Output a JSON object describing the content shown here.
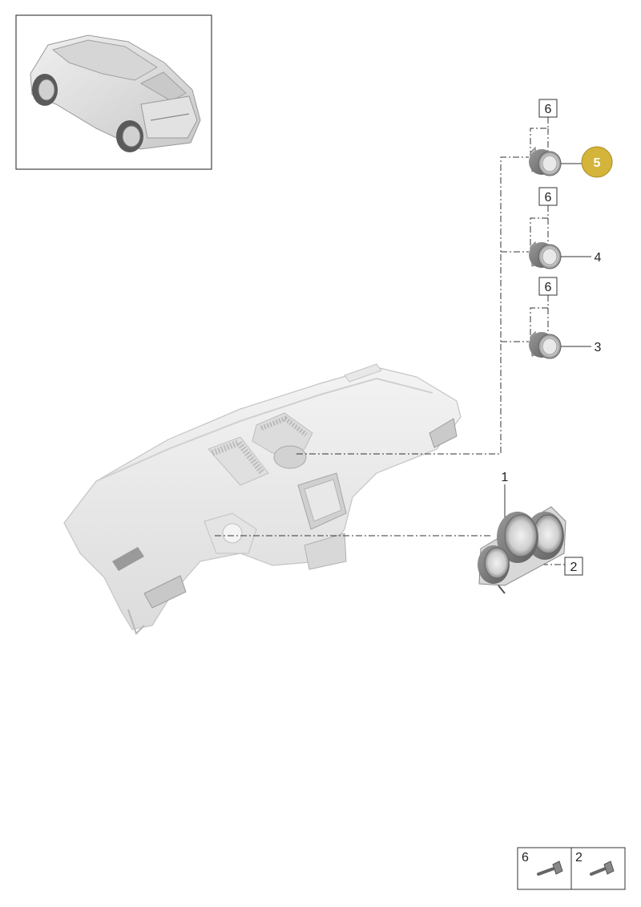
{
  "callouts": {
    "part1": "1",
    "part2_box": "2",
    "part3": "3",
    "part4": "4",
    "part5_highlight": "5",
    "part6_top": "6",
    "part6_mid": "6",
    "part6_low": "6"
  },
  "legend": {
    "left_num": "6",
    "right_num": "2"
  },
  "colors": {
    "highlight": "#d4b43a",
    "line": "#333333",
    "part_fill": "#e6e6e6",
    "gauge_dark": "#7a7a7a"
  },
  "icons": {
    "vehicle_thumbnail": "suv-rear-three-quarter-view",
    "dashboard": "dashboard-panel-illustration",
    "screw": "screw-icon"
  }
}
